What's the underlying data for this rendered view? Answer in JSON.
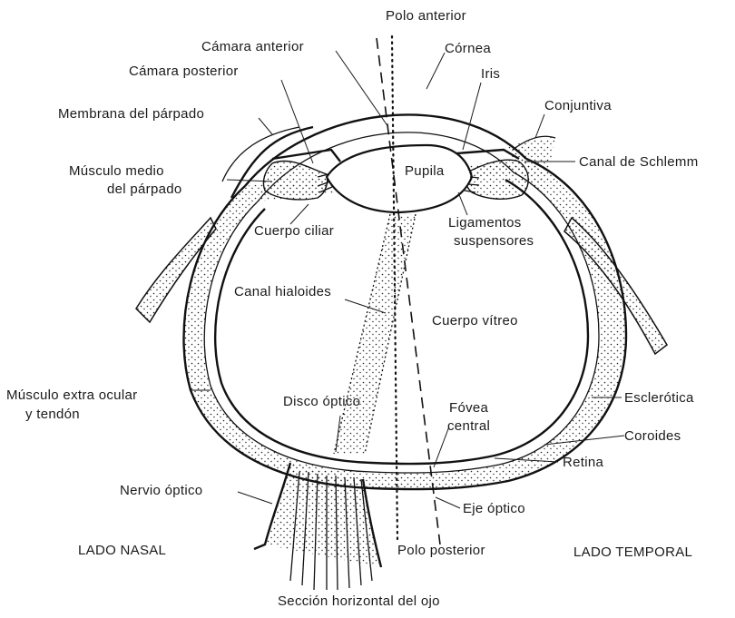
{
  "labels": {
    "polo_anterior": "Polo anterior",
    "camara_anterior": "Cámara anterior",
    "cornea": "Córnea",
    "camara_posterior": "Cámara posterior",
    "iris": "Iris",
    "membrana_parpado": "Membrana del párpado",
    "conjuntiva": "Conjuntiva",
    "musculo_medio_1": "Músculo medio",
    "musculo_medio_2": "del párpado",
    "pupila": "Pupila",
    "canal_schlemm": "Canal de Schlemm",
    "cuerpo_ciliar": "Cuerpo ciliar",
    "ligamentos_1": "Ligamentos",
    "ligamentos_2": "suspensores",
    "canal_hialoides": "Canal hialoides",
    "cuerpo_vitreo": "Cuerpo vítreo",
    "musculo_extra_1": "Músculo extra ocular",
    "musculo_extra_2": "y tendón",
    "disco_optico": "Disco óptico",
    "fovea_1": "Fóvea",
    "fovea_2": "central",
    "esclerotica": "Esclerótica",
    "coroides": "Coroides",
    "retina": "Retina",
    "nervio_optico": "Nervio óptico",
    "eje_optico": "Eje óptico",
    "lado_nasal": "LADO NASAL",
    "polo_posterior": "Polo posterior",
    "lado_temporal": "LADO TEMPORAL",
    "caption": "Sección horizontal del ojo"
  }
}
